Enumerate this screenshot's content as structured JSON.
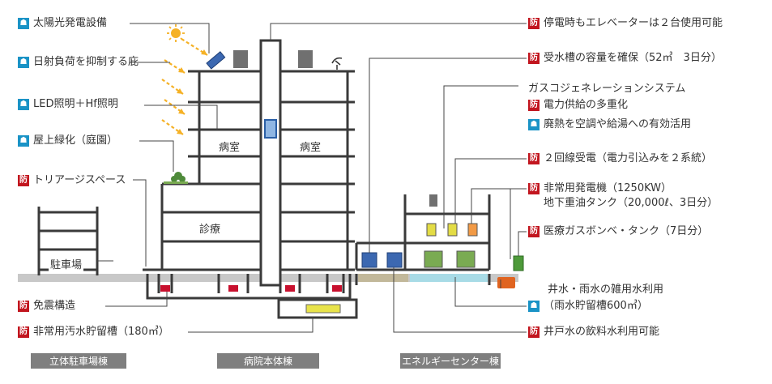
{
  "icons": {
    "eco": "eco-icon",
    "disaster": "disaster-prevention-icon",
    "eco_glyph": "☗",
    "disaster_glyph": "防"
  },
  "colors": {
    "eco": "#1a93c6",
    "disaster": "#c2161f",
    "structure": "#3a3a3a",
    "ground": "#c8c8c8",
    "building_label": "#7f7f7f"
  },
  "left_labels": [
    {
      "type": "eco",
      "text": "太陽光発電設備"
    },
    {
      "type": "eco",
      "text": "日射負荷を抑制する庇"
    },
    {
      "type": "eco",
      "text": "LED照明＋Hf照明"
    },
    {
      "type": "eco",
      "text": "屋上緑化（庭園）"
    },
    {
      "type": "disaster",
      "text": "トリアージスペース"
    },
    {
      "type": "disaster",
      "text": "免震構造"
    },
    {
      "type": "disaster",
      "text": "非常用汚水貯留槽（180㎥）"
    }
  ],
  "right_labels": {
    "elevator": "停電時もエレベーターは２台使用可能",
    "water_tank": "受水槽の容量を確保（52㎥　3日分）",
    "cogeneration_title": "ガスコジェネレーションシステム",
    "power_supply": "電力供給の多重化",
    "waste_heat": "廃熱を空調や給湯への有効活用",
    "dual_line": "２回線受電（電力引込みを２系統）",
    "generator": "非常用発電機（1250KW）",
    "generator_fuel": "地下重油タンク（20,000ℓ、3日分）",
    "medical_gas": "医療ガスボンベ・タンク（7日分）",
    "rainwater": "井水・雨水の雑用水利用",
    "rainwater_tank": "（雨水貯留槽600㎥）",
    "well_water": "井戸水の飲料水利用可能"
  },
  "rooms": {
    "ward_left": "病室",
    "ward_right": "病室",
    "clinic": "診療",
    "parking": "駐車場"
  },
  "buildings": [
    "立体駐車場棟",
    "病院本体棟",
    "エネルギーセンター棟"
  ]
}
